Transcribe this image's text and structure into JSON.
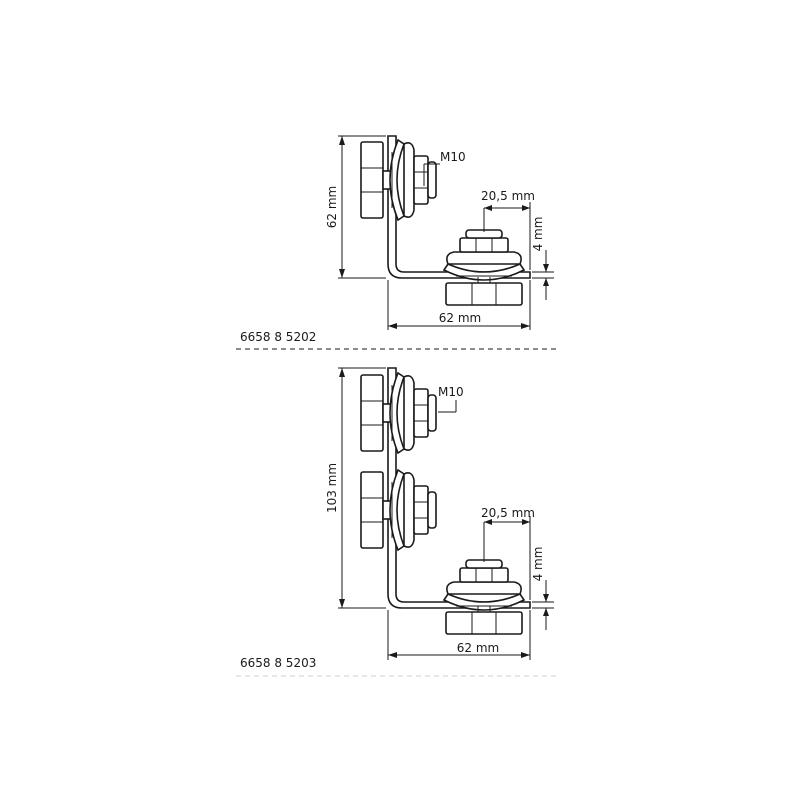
{
  "top": {
    "code": "6658 8 5202",
    "thread": "M10",
    "height": "62 mm",
    "width": "62 mm",
    "offset": "20,5 mm",
    "thickness": "4 mm"
  },
  "bottom": {
    "code": "6658 8 5203",
    "thread": "M10",
    "height": "103 mm",
    "width": "62 mm",
    "offset": "20,5 mm",
    "thickness": "4 mm"
  }
}
